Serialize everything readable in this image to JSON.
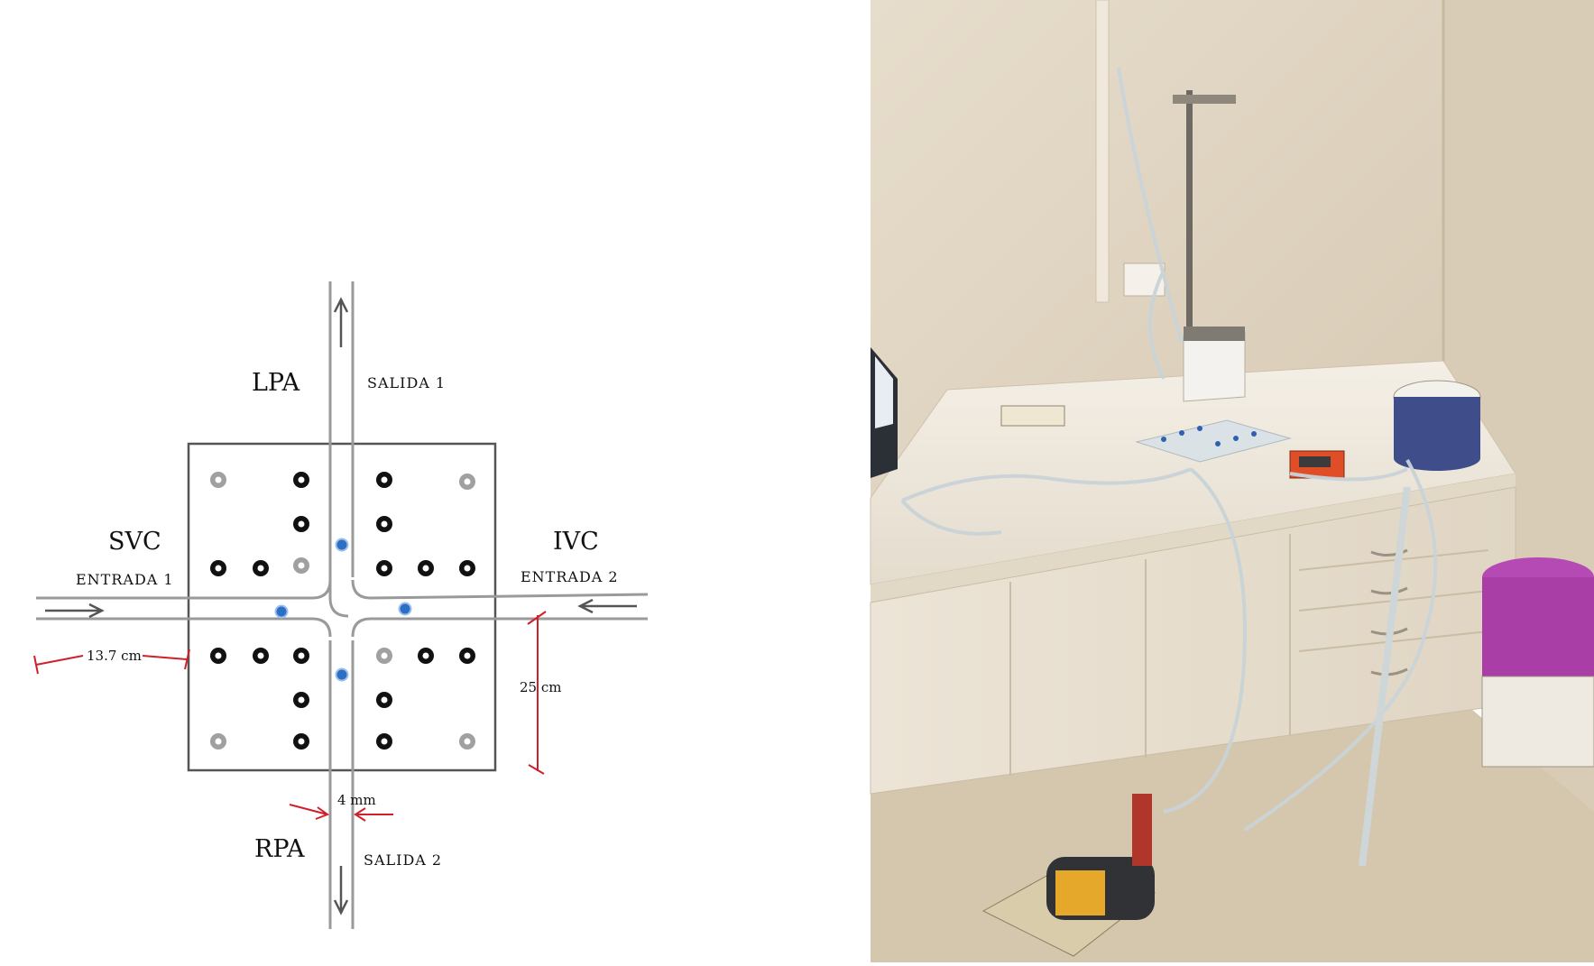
{
  "diagram": {
    "labels": {
      "lpa": "LPA",
      "rpa": "RPA",
      "svc": "SVC",
      "ivc": "IVC",
      "salida1": "SALIDA 1",
      "salida2": "SALIDA 2",
      "entrada1": "ENTRADA 1",
      "entrada2": "ENTRADA 2"
    },
    "dimensions": {
      "width": "13.7 cm",
      "height": "25 cm",
      "channel": "4 mm"
    },
    "colors": {
      "channel_line": "#9a9a9a",
      "plate_border": "#555555",
      "sensor_black": "#111111",
      "sensor_gray": "#a0a0a0",
      "sensor_blue": "#2d6fc4",
      "dimension_red": "#d0202a",
      "arrow": "#555555"
    }
  },
  "photo": {
    "subject": "lab-bench-flow-setup"
  }
}
